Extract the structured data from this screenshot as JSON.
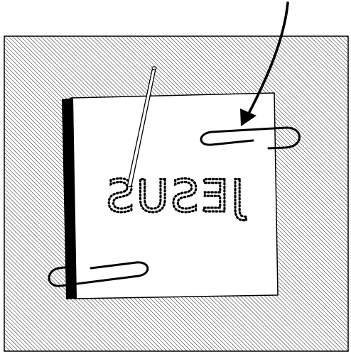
{
  "illustration": {
    "card_text": "JESUS",
    "card_text_mirrored": true,
    "colors": {
      "line": "#000000",
      "background": "#ffffff",
      "hatch": "#000000"
    },
    "elements": [
      "hatched-surface",
      "paper-card",
      "bound-spine",
      "paperclip-top",
      "paperclip-bottom",
      "pin",
      "arrow"
    ]
  }
}
